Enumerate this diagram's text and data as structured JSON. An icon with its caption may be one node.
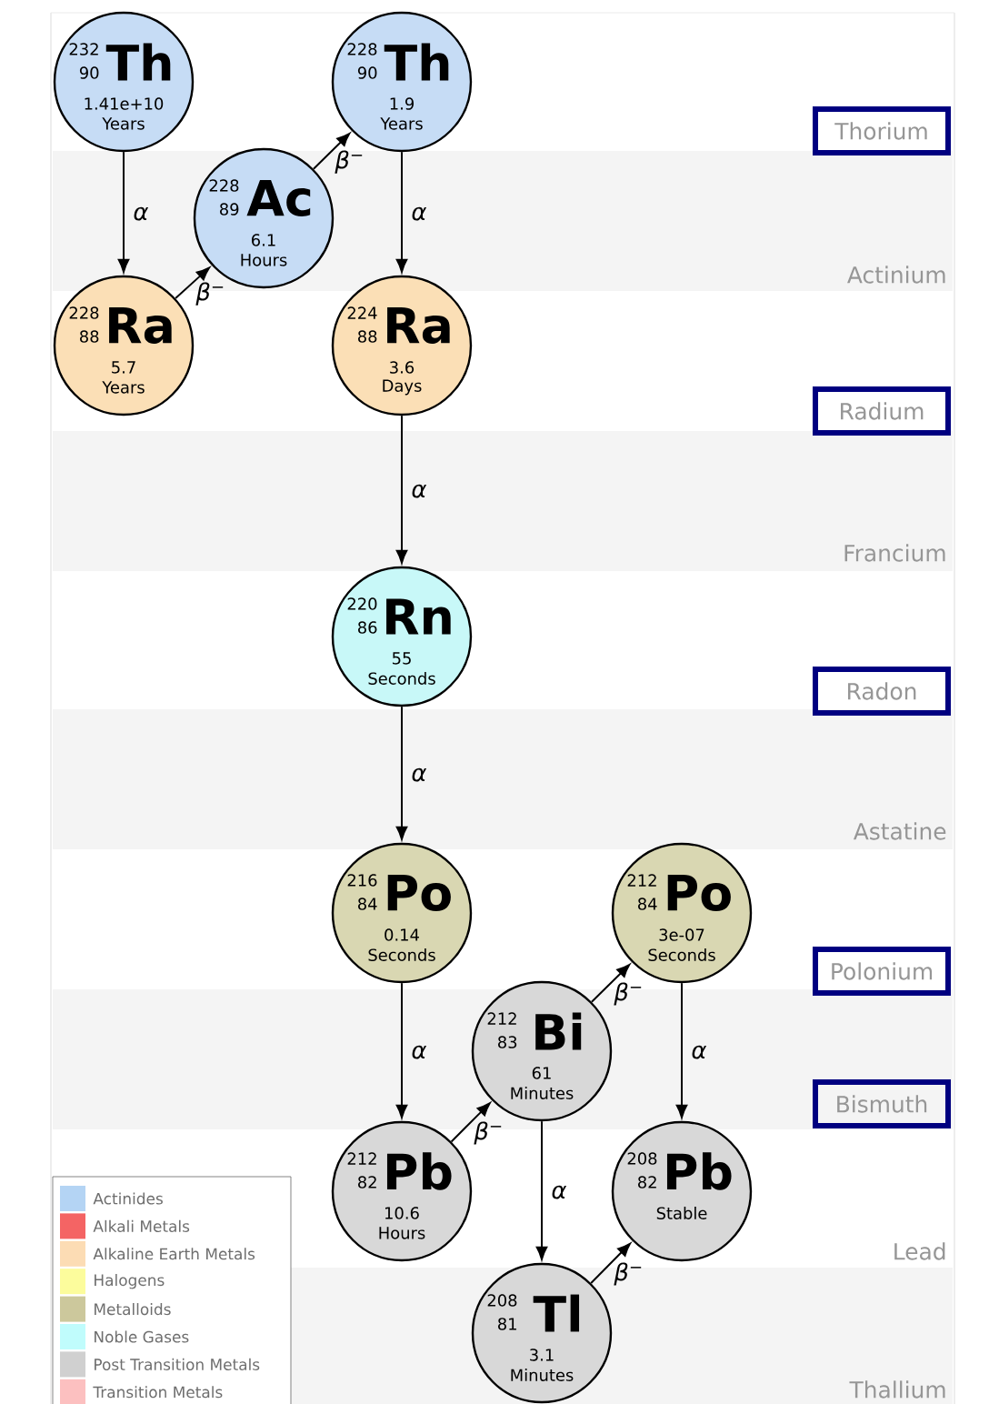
{
  "diagram": {
    "nodes": [
      {
        "text": [
          "232",
          "90",
          "Th",
          "1.41e+10",
          "Years"
        ]
      },
      {
        "text": [
          "228",
          "90",
          "Th",
          "1.9",
          "Years"
        ]
      },
      {
        "text": [
          "Thorium"
        ]
      },
      {
        "text": [
          "228",
          "89",
          "Ac",
          "6.1",
          "Hours"
        ]
      },
      {
        "text": [
          "228",
          "88",
          "Ra",
          "5.7",
          "Years"
        ]
      },
      {
        "text": [
          "224",
          "88",
          "Ra",
          "3.6",
          "Days"
        ]
      },
      {
        "text": [
          "Radium"
        ]
      },
      {
        "text": [
          "220",
          "86",
          "Rn",
          "55",
          "Seconds"
        ]
      },
      {
        "text": [
          "Radon"
        ]
      },
      {
        "text": [
          "216",
          "84",
          "Po",
          "0.14",
          "Seconds"
        ]
      },
      {
        "text": [
          "212",
          "84",
          "Po",
          "3e-07",
          "Seconds"
        ]
      },
      {
        "text": [
          "Polonium"
        ]
      },
      {
        "text": [
          "212",
          "83",
          "Bi",
          "61",
          "Minutes"
        ]
      },
      {
        "text": [
          "Bismuth"
        ]
      },
      {
        "text": [
          "212",
          "82",
          "Pb",
          "10.6",
          "Hours"
        ]
      },
      {
        "text": [
          "208",
          "82",
          "Pb",
          "Stable"
        ]
      },
      {
        "text": [
          "208",
          "81",
          "Tl",
          "3.1",
          "Minutes"
        ]
      }
    ],
    "edges": [
      {
        "from": 0,
        "to": 4,
        "arrow": "to",
        "label": "α"
      },
      {
        "from": 4,
        "to": 3,
        "arrow": "to",
        "label": "β$^{−}$"
      },
      {
        "from": 3,
        "to": 1,
        "arrow": "to",
        "label": "β$^{−}$"
      },
      {
        "from": 1,
        "to": 5,
        "arrow": "to",
        "label": "α"
      },
      {
        "from": 5,
        "to": 7,
        "arrow": "to",
        "label": "α"
      },
      {
        "from": 7,
        "to": 9,
        "arrow": "to",
        "label": "α"
      },
      {
        "from": 9,
        "to": 14,
        "arrow": "to",
        "label": "α"
      },
      {
        "from": 14,
        "to": 12,
        "arrow": "to",
        "label": "β$^{−}$"
      },
      {
        "from": 12,
        "to": 10,
        "arrow": "to",
        "label": "β$^{−}$"
      },
      {
        "from": 12,
        "to": 16,
        "arrow": "to",
        "label": "α"
      },
      {
        "from": 10,
        "to": 15,
        "arrow": "to",
        "label": "α"
      },
      {
        "from": 16,
        "to": 15,
        "arrow": "to",
        "label": "β$^{−}$"
      }
    ],
    "labels": [
      "Actinium",
      "Francium",
      "Astatine",
      "Lead",
      "Thallium"
    ],
    "legend": [
      {
        "text": "Actinides",
        "color": "#b4d4f4"
      },
      {
        "text": "Alkali Metals",
        "color": "#f46464"
      },
      {
        "text": "Alkaline Earth Metals",
        "color": "#fcdcb4"
      },
      {
        "text": "Halogens",
        "color": "#fcfc9c"
      },
      {
        "text": "Metalloids",
        "color": "#ccc89c"
      },
      {
        "text": "Noble Gases",
        "color": "#c0fcfc"
      },
      {
        "text": "Post Transition Metals",
        "color": "#d0d0d0"
      },
      {
        "text": "Transition Metals",
        "color": "#fcc0c0"
      }
    ]
  }
}
